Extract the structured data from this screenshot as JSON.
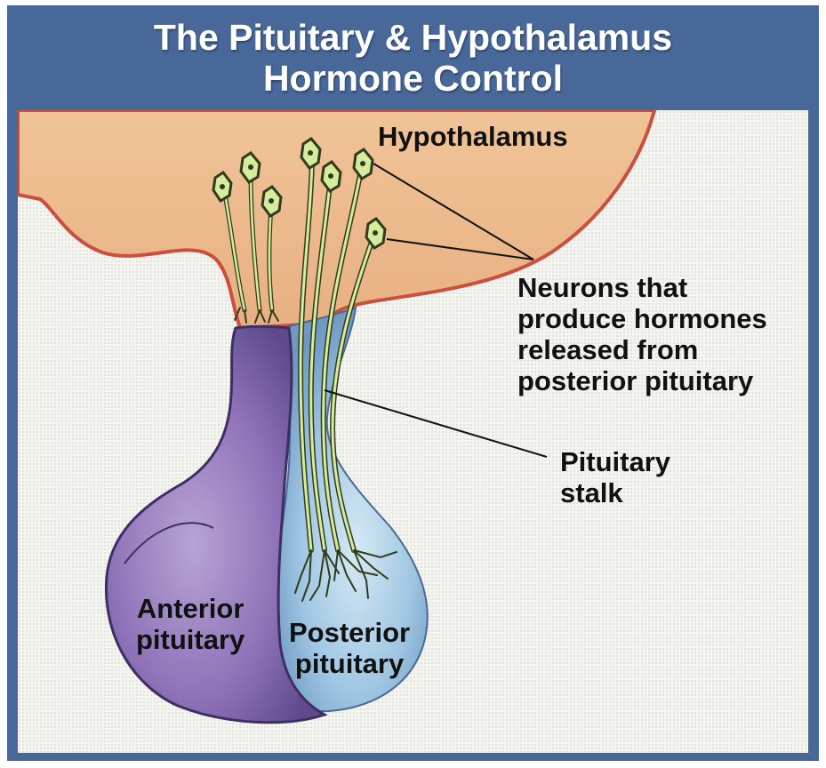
{
  "title": {
    "line1": "The Pituitary & Hypothalamus",
    "line2": "Hormone Control"
  },
  "labels": {
    "hypothalamus": "Hypothalamus",
    "neurons": {
      "line1": "Neurons that",
      "line2": "produce hormones",
      "line3": "released from",
      "line4": "posterior pituitary"
    },
    "stalk": {
      "line1": "Pituitary",
      "line2": "stalk"
    },
    "anterior": {
      "line1": "Anterior",
      "line2": "pituitary"
    },
    "posterior": {
      "line1": "Posterior",
      "line2": "pituitary"
    }
  },
  "colors": {
    "frame": "#48689a",
    "hypothalamus_fill": "#efb988",
    "hypothalamus_edge": "#c9503f",
    "anterior_fill": "#8e72b8",
    "posterior_fill": "#9fc6e2",
    "neuron_fill": "#d7eb9c",
    "neuron_edge": "#2f3b1c"
  }
}
